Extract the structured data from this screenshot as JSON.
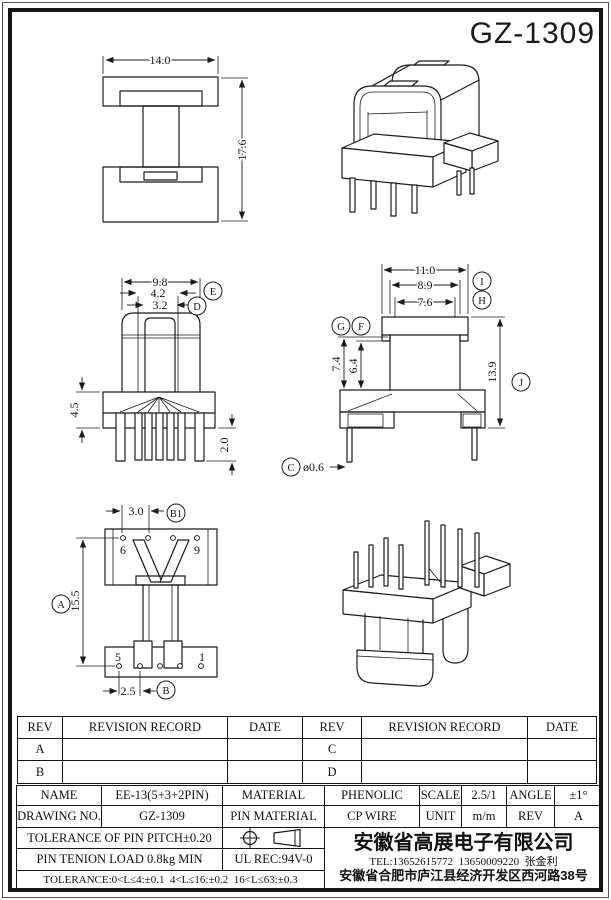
{
  "page": {
    "title": "GZ-1309"
  },
  "views": {
    "top": {
      "w": "14.0",
      "h": "17.6"
    },
    "front": {
      "d98": "9.8",
      "d42": "4.2",
      "d32": "3.2",
      "d45": "4.5",
      "d20": "2.0",
      "balloon_e": "E",
      "balloon_d": "D"
    },
    "side": {
      "d110": "11.0",
      "d89": "8.9",
      "d76": "7.6",
      "d74": "7.4",
      "d64": "6.4",
      "d139": "13.9",
      "dia": "ø0.6",
      "balloon_i": "I",
      "balloon_h": "H",
      "balloon_g": "G",
      "balloon_f": "F",
      "balloon_j": "J",
      "balloon_c": "C"
    },
    "bottom": {
      "d30": "3.0",
      "d155": "15.5",
      "d25": "2.5",
      "balloon_b1": "B1",
      "balloon_a": "A",
      "balloon_b": "B",
      "pin6": "6",
      "pin9": "9",
      "pin5": "5",
      "pin1": "1"
    }
  },
  "revision_table": {
    "headers": [
      "REV",
      "REVISION RECORD",
      "DATE",
      "REV",
      "REVISION RECORD",
      "DATE"
    ],
    "rows": [
      [
        "A",
        "",
        "",
        "C",
        "",
        ""
      ],
      [
        "B",
        "",
        "",
        "D",
        "",
        ""
      ]
    ]
  },
  "title_block": {
    "name_label": "NAME",
    "name_value": "EE-13(5+3+2PIN)",
    "material_label": "MATERIAL",
    "material_value": "PHENOLIC",
    "scale_label": "SCALE",
    "scale_value": "2.5/1",
    "angle_label": "ANGLE",
    "angle_value": "±1°",
    "drawing_no_label": "DRAWING NO.",
    "drawing_no_value": "GZ-1309",
    "pin_material_label": "PIN MATERIAL",
    "pin_material_value": "CP WIRE",
    "unit_label": "UNIT",
    "unit_value": "m/m",
    "rev_label": "REV",
    "rev_value": "A",
    "tolerance_pin_pitch": "TOLERANCE OF PIN PITCH±0.20",
    "pin_tension": "PIN TENION LOAD 0.8kg MIN",
    "ul_rec": "UL REC:94V-0",
    "tolerance_row": "TOLERANCE:0<L≤4:±0.1  4<L≤16:±0.2  16<L≤63:±0.3",
    "company": {
      "name": "安徽省高展电子有限公司",
      "tel": "TEL:13652615772  13650009220  张金利",
      "address": "安徽省合肥市庐江县经济开发区西河路38号"
    }
  }
}
